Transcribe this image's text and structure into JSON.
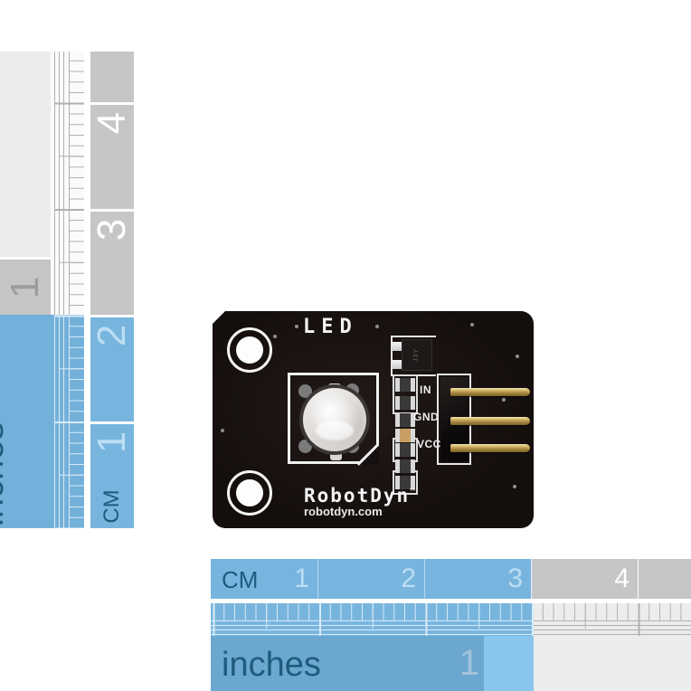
{
  "scene": "Product photo of a RobotDyn LED module PCB shown at real scale between two rulers",
  "colors": {
    "ruler_blue": "#78b5de",
    "ruler_blue_dark": "#6ca7cf",
    "ruler_blue_bright": "#8ac5ec",
    "ruler_gray_light": "#ececec",
    "ruler_gray_mid": "#c6c6c6",
    "ruler_text_dark": "#1f5b7c",
    "ruler_number_light": "#bcdef4",
    "tick_on_blue": "#d8ebf8",
    "tick_on_gray": "#b0b0b0",
    "pcb_black": "#140e0d",
    "silkscreen_white": "#f0f0f0",
    "pin_gold": "#d9bd72"
  },
  "vruler": {
    "unit_label": "inches",
    "cm_label": "CM",
    "inch_number": "1",
    "cm_numbers": [
      "4",
      "3",
      "2",
      "1"
    ]
  },
  "hruler": {
    "unit_label": "CM",
    "cm_numbers": [
      "1",
      "2",
      "3",
      "4"
    ],
    "inch_label": "inches",
    "inch_number": "1"
  },
  "pcb": {
    "title": "LED",
    "pin_labels": [
      "IN",
      "GND",
      "VCC"
    ],
    "transistor_marking": "J3Y",
    "brand": "RobotDyn",
    "trademark": "™",
    "website": "robotdyn.com"
  }
}
